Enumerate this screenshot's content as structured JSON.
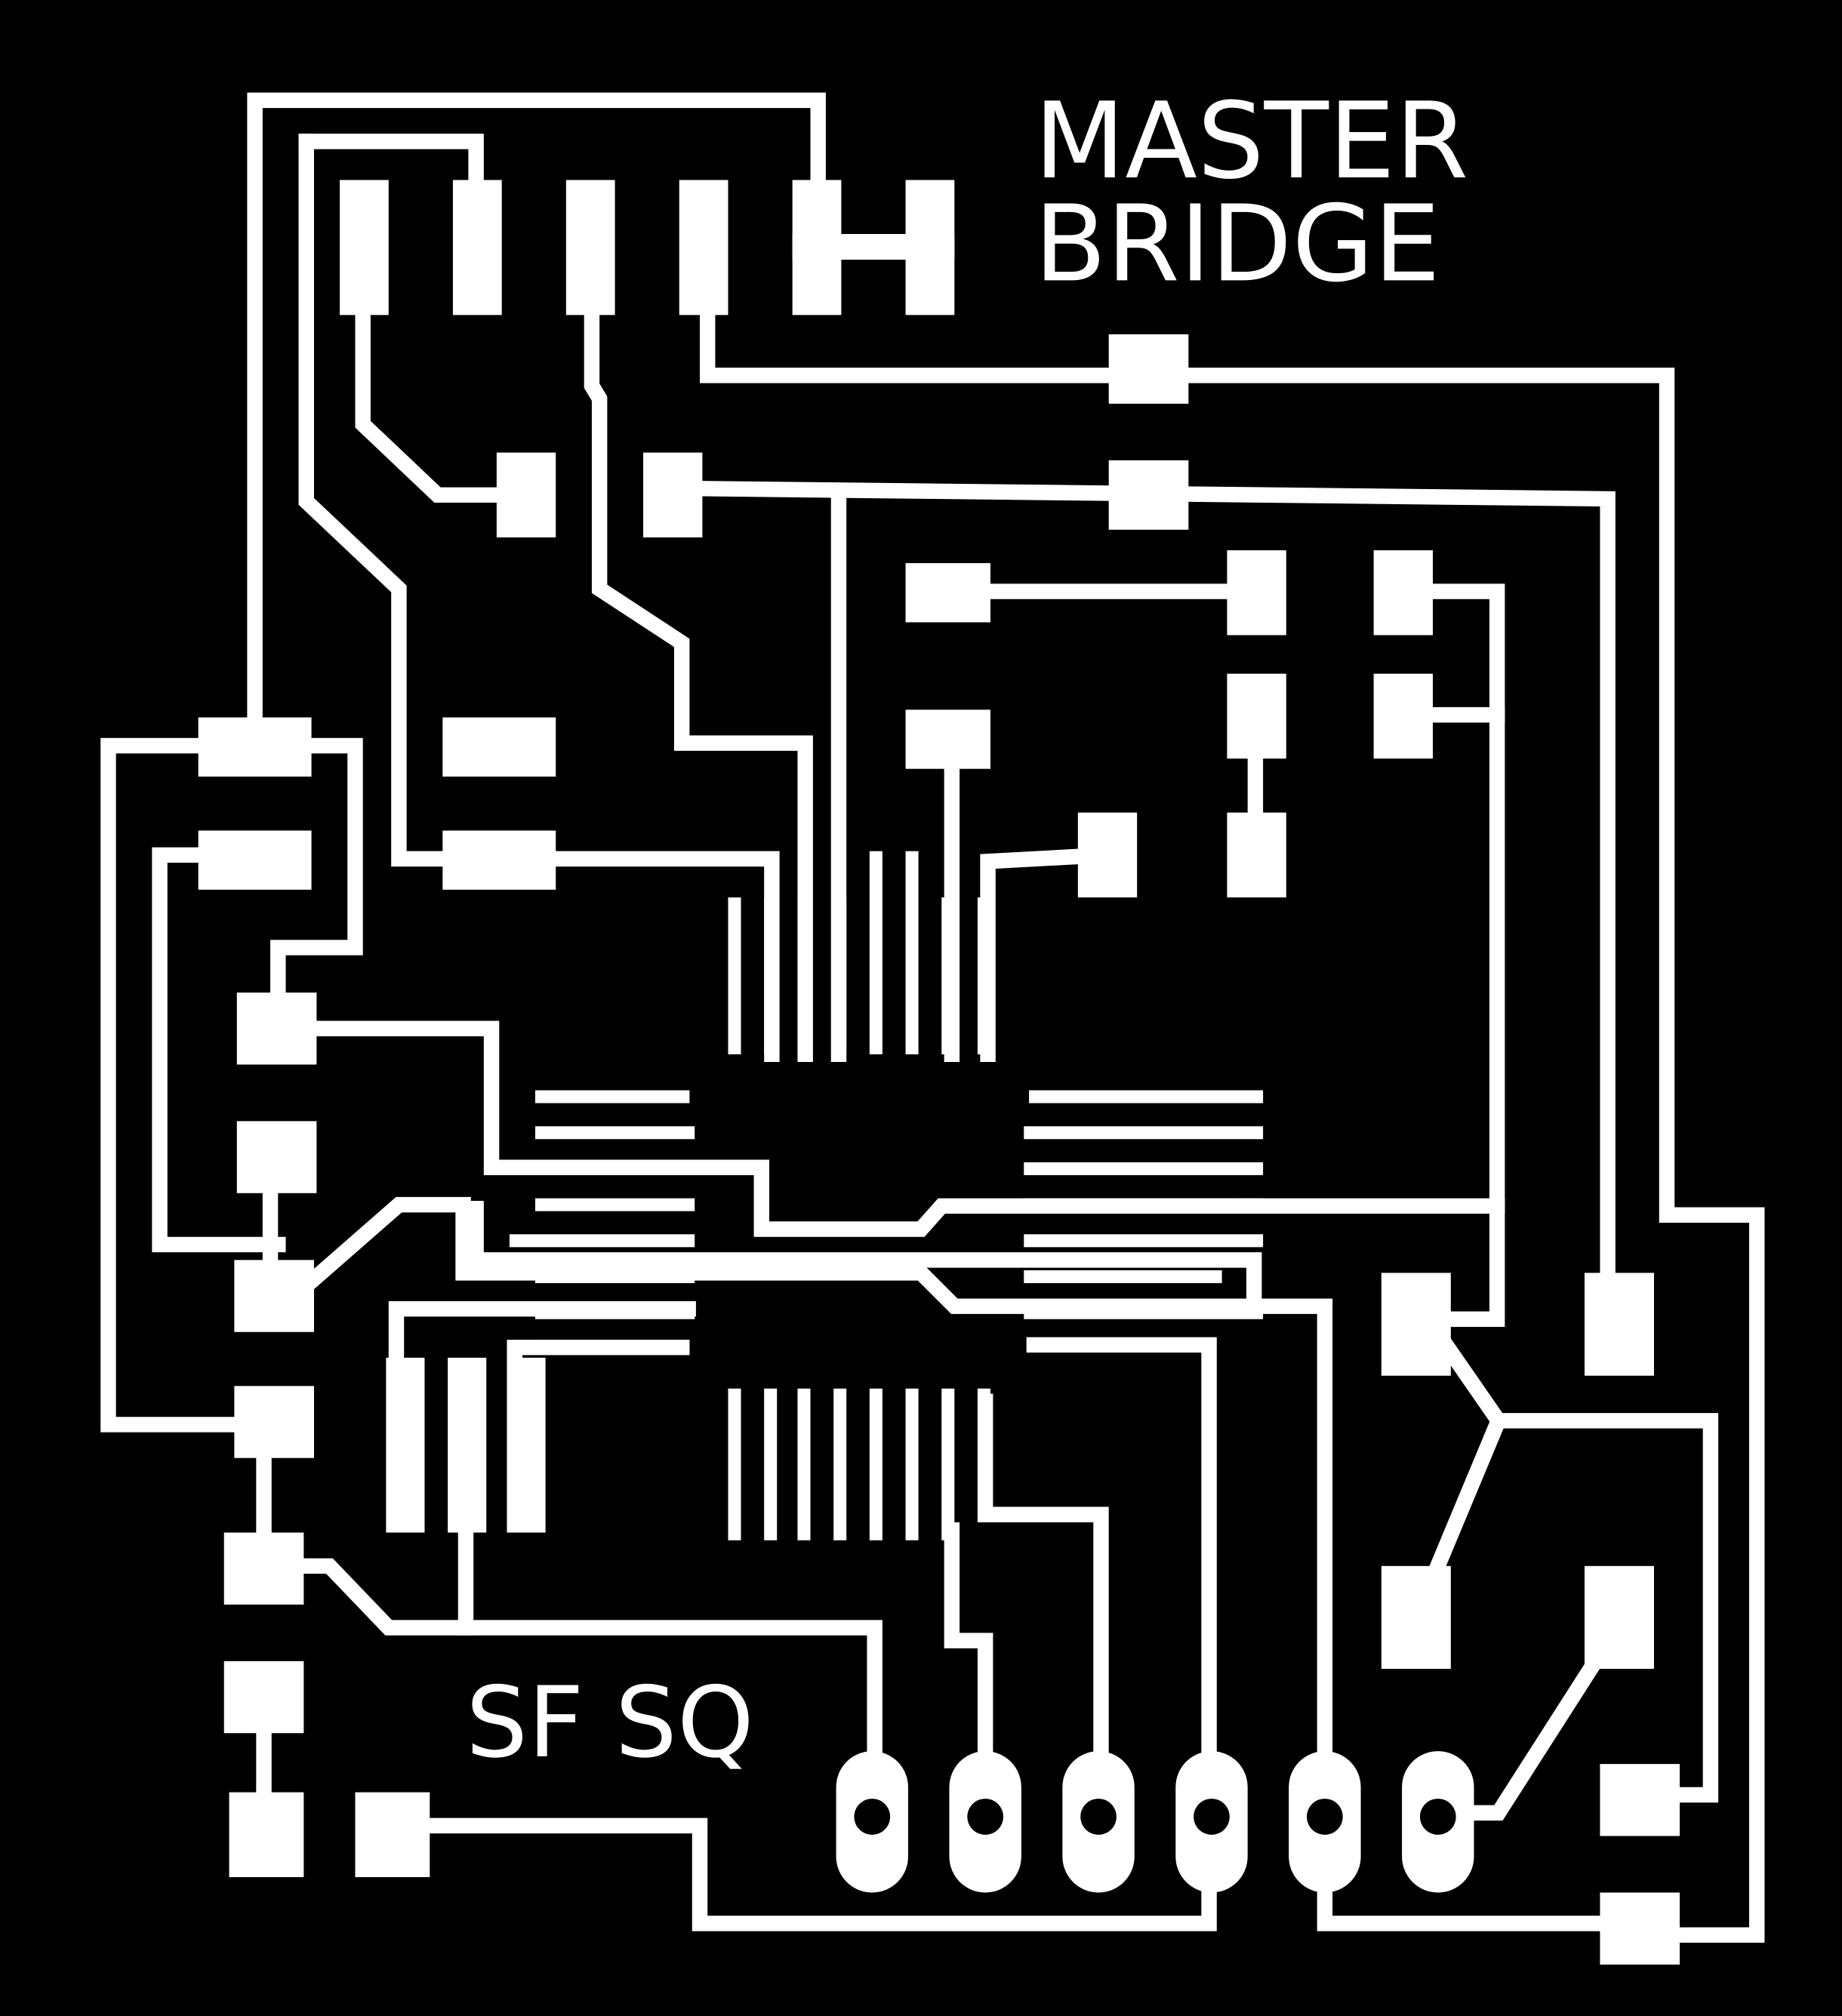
{
  "board": {
    "title_line1": "MASTER",
    "title_line2": "BRIDGE",
    "footer_label": "SF SQ"
  },
  "colors": {
    "background": "#000000",
    "copper": "#ffffff"
  }
}
